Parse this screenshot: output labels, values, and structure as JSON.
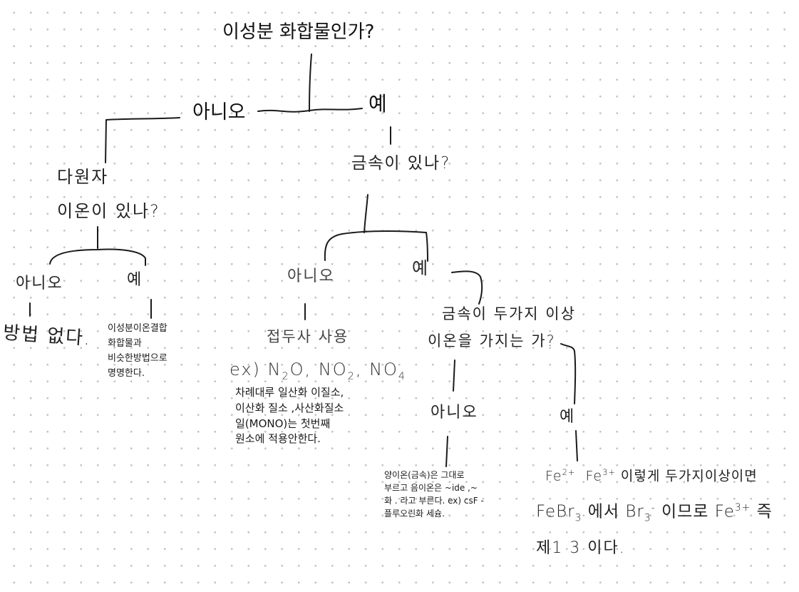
{
  "diagram": {
    "root_question": "이성분 화합물인가?",
    "root_no": "아니오",
    "root_yes": "예",
    "left_branch": {
      "question_line1": "다원자",
      "question_line2": "이온이 있나?",
      "no_label": "아니오",
      "no_result": "방법 없다.",
      "yes_label": "예",
      "yes_result": "이성분이온결합\n화합물과\n비슷한방법으로\n명명한다."
    },
    "right_branch": {
      "question": "금속이 있나?",
      "no_label": "아니오",
      "no_result": "접두사 사용",
      "no_example_prefix": "ex) ",
      "no_example_terms": [
        {
          "base": "N",
          "sub": "2",
          "tail": "O"
        },
        {
          "base": "NO",
          "sub": "2",
          "tail": ""
        },
        {
          "base": "NO",
          "sub": "4",
          "tail": ""
        }
      ],
      "no_note": "차례대루 일산화 이질소,\n이산화 질소 ,사산화질소\n일(MONO)는 첫번째\n원소에 적용안한다.",
      "yes_label": "예",
      "metal_question_line1": "금속이 두가지 이상",
      "metal_question_line2": "이온을 가지는 가?",
      "metal_no_label": "아니오",
      "metal_no_result": "양이온(금속)은 그대로\n부르고 음이온은 ~ide ,~\n화 . 라고 부른다. ex) csF -\n플루오린화 세슘.",
      "metal_yes_label": "예",
      "metal_yes_line1_parts": [
        "Fe",
        "2+",
        "Fe",
        "3+",
        "이렇게 두가지이상이면"
      ],
      "metal_yes_line2_parts": [
        "FeBr",
        "3",
        "에서 ",
        "Br",
        "3",
        "-",
        "이므로 ",
        "Fe",
        "3+",
        "즉"
      ],
      "metal_yes_line3": "제1 3 이다."
    }
  }
}
